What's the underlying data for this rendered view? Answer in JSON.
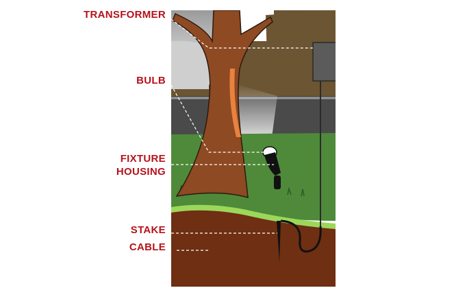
{
  "labels": {
    "transformer": "TRANSFORMER",
    "bulb": "BULB",
    "fixture_line1": "FIXTURE",
    "fixture_line2": "HOUSING",
    "stake": "STAKE",
    "cable": "CABLE"
  },
  "colors": {
    "label_red": "#b5121b",
    "soil": "#6e2f12",
    "grass": "#4e8a3a",
    "lawn_edge": "#9bd85a",
    "tree_trunk": "#8e4a22",
    "house_wall": "#6b5532",
    "fence": "#555555",
    "transformer_box": "#5b5b5b",
    "light_glow": "#f2f2f2"
  }
}
